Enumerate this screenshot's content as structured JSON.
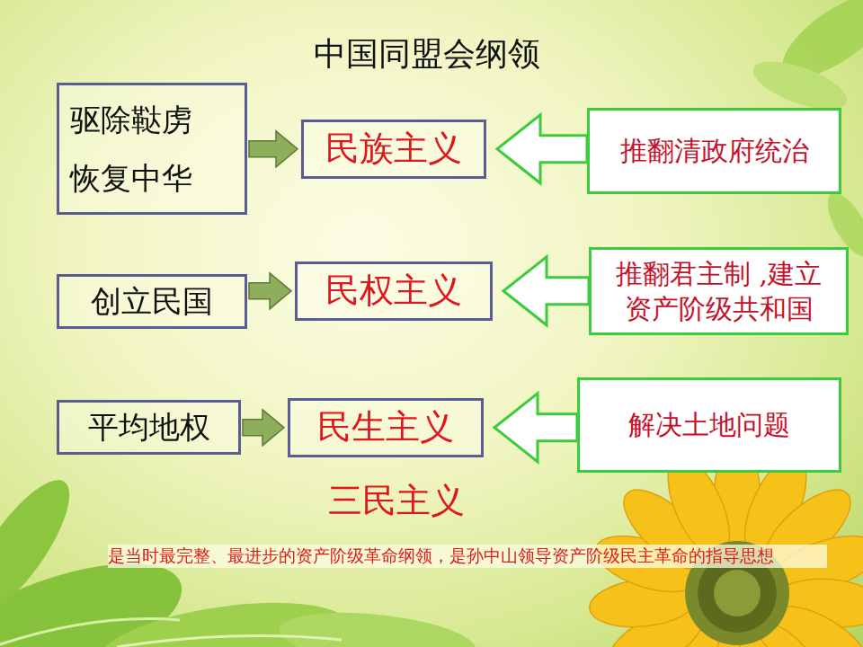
{
  "diagram": {
    "title": "中国同盟会纲领",
    "nodes": [
      {
        "text": [
          "驱除鞑虏 恢复中华"
        ]
      },
      {
        "text": [
          "民族主义"
        ]
      },
      {
        "text": [
          "推翻清政府统治"
        ]
      },
      {
        "text": [
          "创立民国"
        ]
      },
      {
        "text": [
          "民权主义"
        ]
      },
      {
        "text": [
          "推翻君主制 ,建立 资产阶级共和国"
        ]
      },
      {
        "text": [
          "平均地权"
        ]
      },
      {
        "text": [
          "民生主义"
        ]
      },
      {
        "text": [
          "解决土地问题"
        ]
      }
    ],
    "edges": [
      {
        "from": 0,
        "to": 1,
        "arrow": "to"
      },
      {
        "from": 2,
        "to": 1,
        "arrow": "to"
      },
      {
        "from": 3,
        "to": 4,
        "arrow": "to"
      },
      {
        "from": 5,
        "to": 4,
        "arrow": "to"
      },
      {
        "from": 6,
        "to": 7,
        "arrow": "to"
      },
      {
        "from": 8,
        "to": 7,
        "arrow": "to"
      }
    ],
    "labels": [
      "三民主义",
      "是当时最完整、最进步的资产阶级革命纲领，是孙中山领导资产阶级民主革命的指导思想"
    ]
  }
}
